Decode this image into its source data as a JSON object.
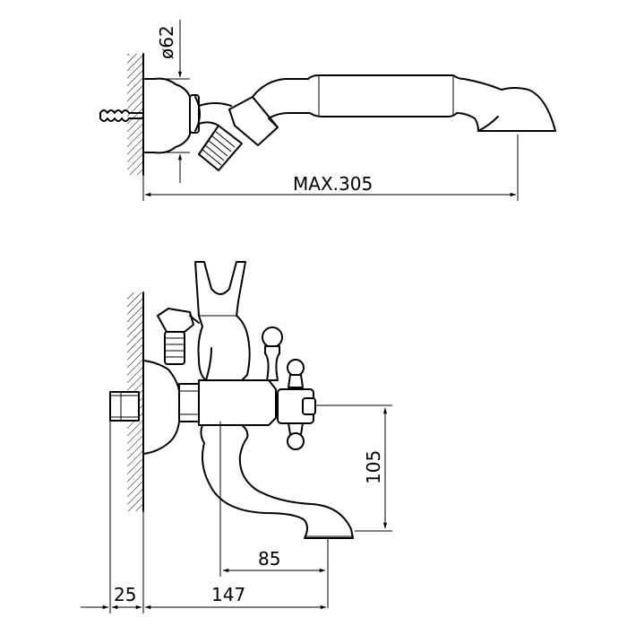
{
  "dimensions": {
    "diameter": "ø62",
    "max_length": "MAX.305",
    "spout_height": "105",
    "spout_offset": "85",
    "wall_offset": "25",
    "total_depth": "147"
  }
}
